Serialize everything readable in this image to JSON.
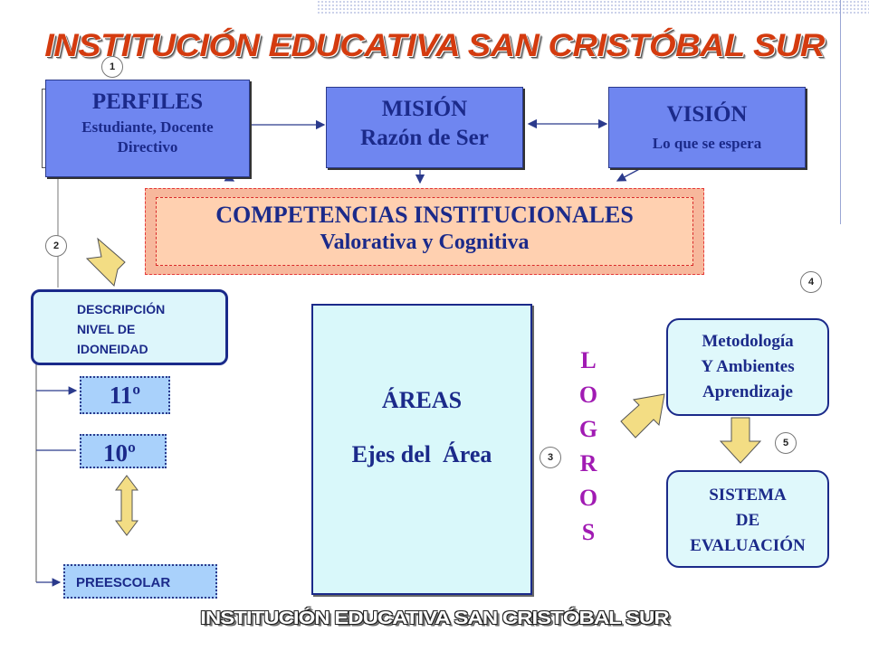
{
  "title": "INSTITUCIÓN EDUCATIVA SAN CRISTÓBAL SUR",
  "footer_title": "INSTITUCIÓN EDUCATIVA SAN CRISTÓBAL SUR",
  "perfiles": {
    "heading": "PERFILES",
    "line1": "Estudiante, Docente",
    "line2": "Directivo"
  },
  "mision": {
    "heading": "MISIÓN",
    "sub": "Razón de Ser"
  },
  "vision": {
    "heading": "VISIÓN",
    "sub": "Lo que se espera"
  },
  "competencias": {
    "heading": "COMPETENCIAS INSTITUCIONALES",
    "sub": "Valorativa y Cognitiva"
  },
  "descripcion": {
    "line1": "DESCRIPCIÓN",
    "line2": "NIVEL DE",
    "line3": "IDONEIDAD"
  },
  "grades": {
    "g11": "11º",
    "g10": "10º",
    "preescolar": "PREESCOLAR"
  },
  "areas": {
    "heading": "ÁREAS",
    "sub": "Ejes del  Área"
  },
  "logros": [
    "L",
    "O",
    "G",
    "R",
    "O",
    "S"
  ],
  "metodologia": {
    "line1": "Metodología",
    "line2": "Y Ambientes",
    "line3": "Aprendizaje"
  },
  "sistema": {
    "line1": "SISTEMA",
    "line2": "DE",
    "line3": "EVALUACIÓN"
  },
  "steps": {
    "s1": "1",
    "s2": "2",
    "s3": "3",
    "s4": "4",
    "s5": "5"
  },
  "colors": {
    "box_blue": "#6f86f0",
    "text_navy": "#1b2a8a",
    "title_orange": "#d43b0f",
    "logros_purple": "#a11bb3",
    "arrow_fill": "#f3dd84"
  },
  "icons": [
    "block-arrow-down-left",
    "block-arrow-up-right",
    "block-arrow-down",
    "double-arrow-vertical"
  ]
}
